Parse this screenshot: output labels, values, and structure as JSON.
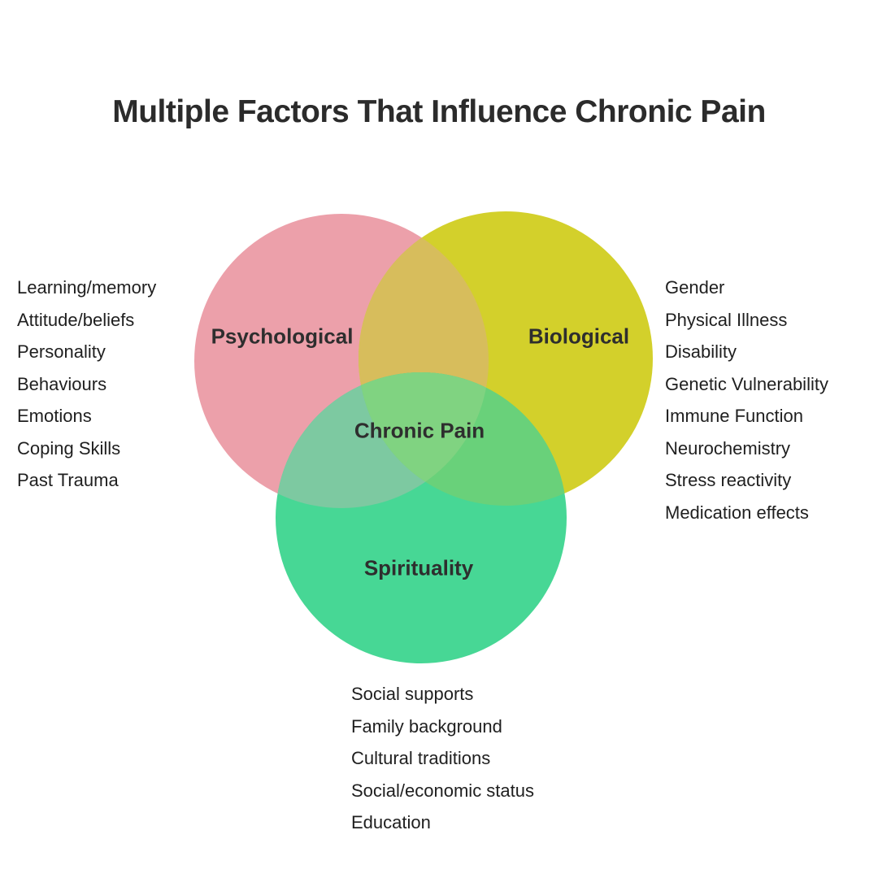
{
  "title": "Multiple Factors That Influence Chronic Pain",
  "diagram": {
    "type": "venn-3",
    "center_label": "Chronic Pain",
    "circles": [
      {
        "label": "Psychological",
        "color": "#ECA0AA",
        "factors": [
          "Learning/memory",
          "Attitude/beliefs",
          "Personality",
          "Behaviours",
          "Emotions",
          "Coping Skills",
          "Past Trauma"
        ]
      },
      {
        "label": "Biological",
        "color": "#D3D02B",
        "factors": [
          "Gender",
          "Physical Illness",
          "Disability",
          "Genetic Vulnerability",
          "Immune Function",
          "Neurochemistry",
          "Stress reactivity",
          "Medication effects"
        ]
      },
      {
        "label": "Spirituality",
        "color": "#47D795",
        "factors": [
          "Social supports",
          "Family background",
          "Cultural traditions",
          "Social/economic status",
          "Education"
        ]
      }
    ],
    "overlap_colors": {
      "psychological_biological": "#D7BD5C",
      "psychological_spirituality": "#7DC9A1",
      "biological_spirituality": "#69D17A",
      "center": "#80D381"
    },
    "text_color": "#262626"
  }
}
